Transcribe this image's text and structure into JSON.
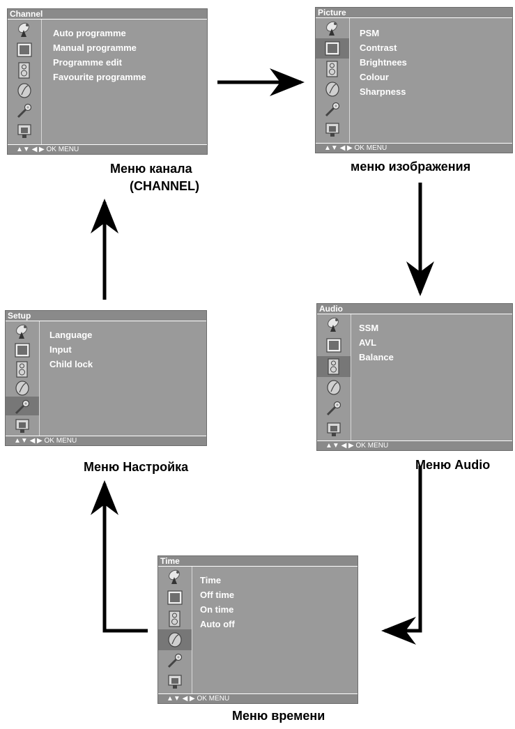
{
  "icons": [
    "satellite-dish-icon",
    "picture-screen-icon",
    "speaker-icon",
    "clock-icon",
    "wrench-icon",
    "lock-tv-icon"
  ],
  "footer_hint": "▲▼ ◀ ▶ OK  MENU",
  "menus": {
    "channel": {
      "title": "Channel",
      "items": [
        "Auto programme",
        "Manual programme",
        "Programme edit",
        "Favourite programme"
      ],
      "caption_line1": "Меню канала",
      "caption_line2": "(CHANNEL)"
    },
    "picture": {
      "title": "Picture",
      "items": [
        "PSM",
        "Contrast",
        "Brightnees",
        "Colour",
        "Sharpness"
      ],
      "caption": "меню изображения"
    },
    "audio": {
      "title": "Audio",
      "items": [
        "SSM",
        "AVL",
        "Balance"
      ],
      "caption": "Меню Audio"
    },
    "time": {
      "title": "Time",
      "items": [
        "Time",
        "Off time",
        "On time",
        "Auto off"
      ],
      "caption": "Меню времени"
    },
    "setup": {
      "title": "Setup",
      "items": [
        "Language",
        "Input",
        "Child lock"
      ],
      "caption": "Меню Настройка"
    }
  }
}
